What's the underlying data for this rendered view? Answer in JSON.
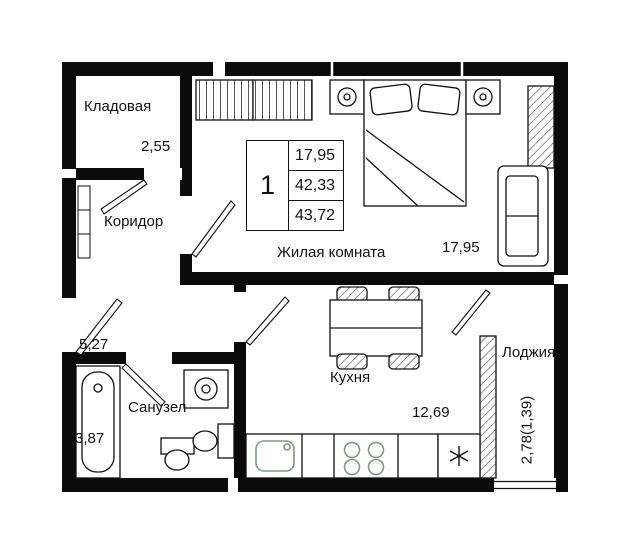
{
  "plan": {
    "background": "#ffffff",
    "wall_color": "#0b0b0b",
    "fixture_accent_color": "#7d9b7d",
    "rooms": [
      {
        "id": "kladovaya",
        "label": "Кладовая",
        "area": "2,55"
      },
      {
        "id": "koridor",
        "label": "Коридор",
        "area": "5,27"
      },
      {
        "id": "zhilaya-komnata",
        "label": "Жилая комната",
        "area": "17,95"
      },
      {
        "id": "kuhnya",
        "label": "Кухня",
        "area": "12,69"
      },
      {
        "id": "sanuzel",
        "label": "Санузел",
        "area": "3,87"
      },
      {
        "id": "lodzhiya",
        "label": "Лоджия",
        "area": "2,78(1,39)"
      }
    ],
    "info_box": {
      "rooms_count": "1",
      "values": [
        "17,95",
        "42,33",
        "43,72"
      ]
    },
    "icons": {
      "fridge": "snowflake-asterisk"
    }
  }
}
